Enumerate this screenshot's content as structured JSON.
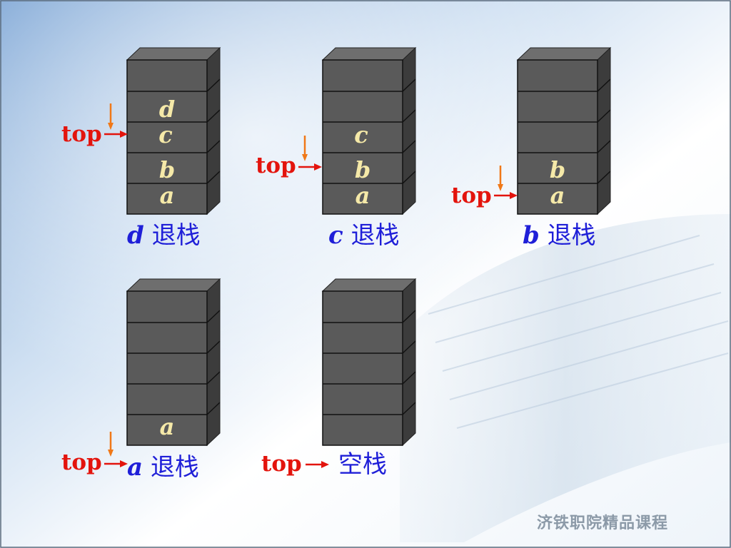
{
  "colors": {
    "cell_face": "#5a5a5a",
    "cell_side": "#3c3c3c",
    "cell_top": "#6e6e6e",
    "cell_line": "#111111",
    "label": "#f5e9a8",
    "top_text": "#e3140d",
    "top_arrow_horizontal": "#e3140d",
    "top_arrow_vertical": "#f07818",
    "caption": "#1f1fd8",
    "footer": "#8c9aa8"
  },
  "panels": [
    {
      "id": "d",
      "cells": [
        "a",
        "b",
        "c",
        "d",
        ""
      ],
      "top_label": "top",
      "caption_var": "d",
      "caption_text": " 退栈"
    },
    {
      "id": "c",
      "cells": [
        "a",
        "b",
        "c",
        "",
        ""
      ],
      "top_label": "top",
      "caption_var": "c",
      "caption_text": " 退栈"
    },
    {
      "id": "b",
      "cells": [
        "a",
        "b",
        "",
        "",
        ""
      ],
      "top_label": "top",
      "caption_var": "b",
      "caption_text": " 退栈"
    },
    {
      "id": "a",
      "cells": [
        "a",
        "",
        "",
        "",
        ""
      ],
      "top_label": "top",
      "caption_var": "a",
      "caption_text": " 退栈"
    },
    {
      "id": "empty",
      "cells": [
        "",
        "",
        "",
        "",
        ""
      ],
      "top_label": "top",
      "caption_var": "",
      "caption_text": "空栈"
    }
  ],
  "footer": "济铁职院精品课程"
}
